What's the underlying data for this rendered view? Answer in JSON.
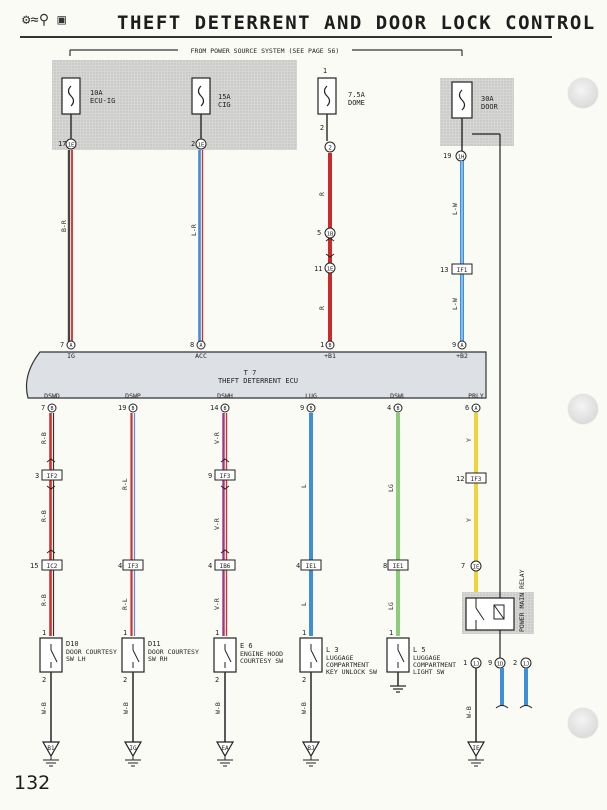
{
  "header": {
    "title": "THEFT DETERRENT AND DOOR LOCK CONTROL",
    "power_source_note": "FROM POWER SOURCE SYSTEM (SEE PAGE 56)"
  },
  "page_number": "132",
  "fuses": [
    {
      "amp": "10A",
      "name": "ECU-IG"
    },
    {
      "amp": "15A",
      "name": "CIG"
    },
    {
      "amp": "7.5A",
      "name": "DOME"
    },
    {
      "amp": "30A",
      "name": "DOOR"
    }
  ],
  "ecu": {
    "code": "T 7",
    "name": "THEFT DETERRENT ECU",
    "top_pins": [
      {
        "pin": "7",
        "conn": "A",
        "label": "IG"
      },
      {
        "pin": "8",
        "conn": "A",
        "label": "ACC"
      },
      {
        "pin": "1",
        "conn": "B",
        "label": "+B1"
      },
      {
        "pin": "9",
        "conn": "A",
        "label": "+B2"
      }
    ],
    "bottom_pins": [
      {
        "pin": "7",
        "conn": "B",
        "label": "DSWD"
      },
      {
        "pin": "19",
        "conn": "B",
        "label": "DSWP"
      },
      {
        "pin": "14",
        "conn": "B",
        "label": "DSWH"
      },
      {
        "pin": "9",
        "conn": "B",
        "label": "LUG"
      },
      {
        "pin": "4",
        "conn": "B",
        "label": "DSWL"
      },
      {
        "pin": "6",
        "conn": "A",
        "label": "PRLY"
      }
    ]
  },
  "top_connectors": [
    {
      "pin": "17",
      "conn": "1E"
    },
    {
      "pin": "2",
      "conn": "1E"
    },
    {
      "pin_top": "1",
      "pin_bottom": "2",
      "conn": "2"
    },
    {
      "pin": "19",
      "conn": "1H"
    }
  ],
  "splices_top": [
    {
      "pin": "5",
      "conn": "1B"
    },
    {
      "pin": "11",
      "conn": "1E"
    },
    {
      "pin": "13",
      "conn": "IF1"
    }
  ],
  "wire_codes": {
    "ig": "B-R",
    "acc": "L-R",
    "b1": "R",
    "b2": "L-W",
    "dswd": "R-B",
    "dswp": "R-L",
    "dswh": "V-R",
    "lug": "L",
    "dswl": "LG",
    "prly": "Y",
    "ground": "W-B"
  },
  "mid_connectors": [
    {
      "pin": "3",
      "conn": "IF2"
    },
    {
      "pin": "9",
      "conn": "IF3"
    },
    {
      "pin": "12",
      "conn": "IF3"
    }
  ],
  "low_connectors": [
    {
      "pin": "15",
      "conn": "IC2"
    },
    {
      "pin": "4",
      "conn": "IF3"
    },
    {
      "pin": "4",
      "conn": "IB6"
    },
    {
      "pin": "4",
      "conn": "IE1"
    },
    {
      "pin": "8",
      "conn": "IE1"
    },
    {
      "pin": "7",
      "conn": "IE"
    }
  ],
  "switches": [
    {
      "code": "D10",
      "line1": "DOOR COURTESY",
      "line2": "SW LH"
    },
    {
      "code": "D11",
      "line1": "DOOR COURTESY",
      "line2": "SW RH"
    },
    {
      "code": "E 6",
      "line1": "ENGINE HOOD",
      "line2": "COURTESY SW"
    },
    {
      "code": "L 3",
      "line1": "LUGGAGE",
      "line2": "COMPARTMENT",
      "line3": "KEY UNLOCK SW"
    },
    {
      "code": "L 5",
      "line1": "LUGGAGE",
      "line2": "COMPARTMENT",
      "line3": "LIGHT SW"
    }
  ],
  "relay": {
    "name": "POWER MAIN RELAY",
    "pins": [
      {
        "pin": "1",
        "conn": "1J"
      },
      {
        "pin": "9",
        "conn": "1D"
      },
      {
        "pin": "2",
        "conn": "1J"
      }
    ]
  },
  "switch_pin_numbers": [
    "1",
    "2"
  ],
  "grounds": [
    "B1",
    "IG",
    "EA",
    "BJ",
    "IE"
  ],
  "colors": {
    "red": "#cc2a2a",
    "blue": "#3f8fd8",
    "green": "#7cc26a",
    "yellow": "#f0d23a",
    "black": "#2a2a2a",
    "ecu_fill": "#dde1e6",
    "shade": "#c9c9c9"
  }
}
